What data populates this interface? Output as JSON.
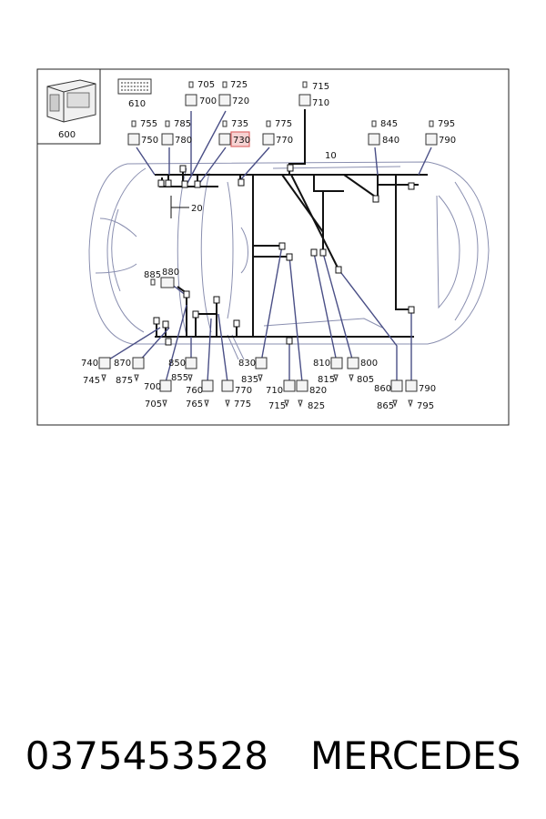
{
  "labels": {
    "n600": "600",
    "n610": "610",
    "n705t": "705",
    "n725t": "725",
    "n700t": "700",
    "n720t": "720",
    "n715t": "715",
    "n710t": "710",
    "n755t": "755",
    "n785t": "785",
    "n735t": "735",
    "n775t": "775",
    "n750t": "750",
    "n780t": "780",
    "n730t": "730",
    "n770t": "770",
    "n845t": "845",
    "n840t": "840",
    "n795t": "795",
    "n790t": "790",
    "n10": "10",
    "n20": "20",
    "n885": "885",
    "n880": "880",
    "n740": "740",
    "n870": "870",
    "n850": "850",
    "n830": "830",
    "n810": "810",
    "n800": "800",
    "n745": "745",
    "n875": "875",
    "n855": "855",
    "n835": "835",
    "n815": "815",
    "n805": "805",
    "n700b": "700",
    "n760": "760",
    "n770b": "770",
    "n710b": "710",
    "n820": "820",
    "n860": "860",
    "n790b": "790",
    "n705b": "705",
    "n765": "765",
    "n775b": "775",
    "n715b": "715",
    "n825": "825",
    "n865": "865",
    "n795b": "795"
  },
  "colors": {
    "highlight": "#e06a6a",
    "highlight_fill": "#f6d2d2",
    "car_outline": "#8a8fb0"
  },
  "footer": {
    "part_number": "0375453528",
    "brand": "MERCEDES"
  }
}
